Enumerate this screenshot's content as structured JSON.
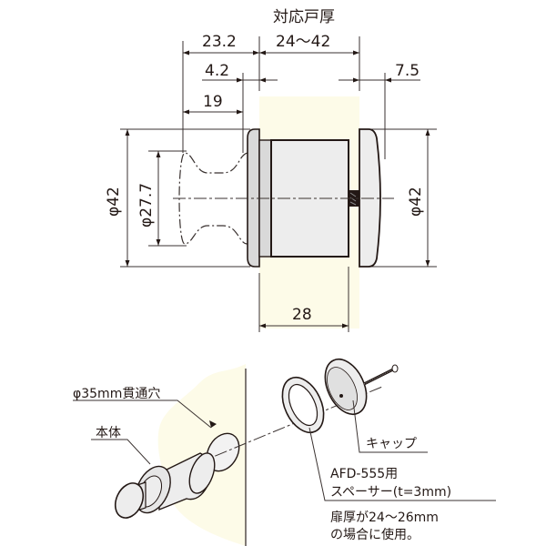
{
  "colors": {
    "door": "#fdfbe8",
    "metal_light": "#ededed",
    "metal_mid": "#d9d9d9",
    "line": "#231815"
  },
  "top_drawing": {
    "title": "対応戸厚",
    "dimensions": {
      "knob_total": "23.2",
      "door_thickness": "24～42",
      "flange": "4.2",
      "cap": "7.5",
      "knob": "19",
      "outer_dia_left": "φ42",
      "knob_dia": "φ27.7",
      "outer_dia_right": "φ42",
      "body_length": "28"
    }
  },
  "exploded_view": {
    "labels": {
      "hole": "φ35mm貫通穴",
      "body": "本体",
      "cap": "キャップ",
      "spacer_line1": "AFD-555用",
      "spacer_line2": "スペーサー(t=3mm)",
      "note_line1": "扉厚が24～26mm",
      "note_line2": "の場合に使用。"
    }
  }
}
